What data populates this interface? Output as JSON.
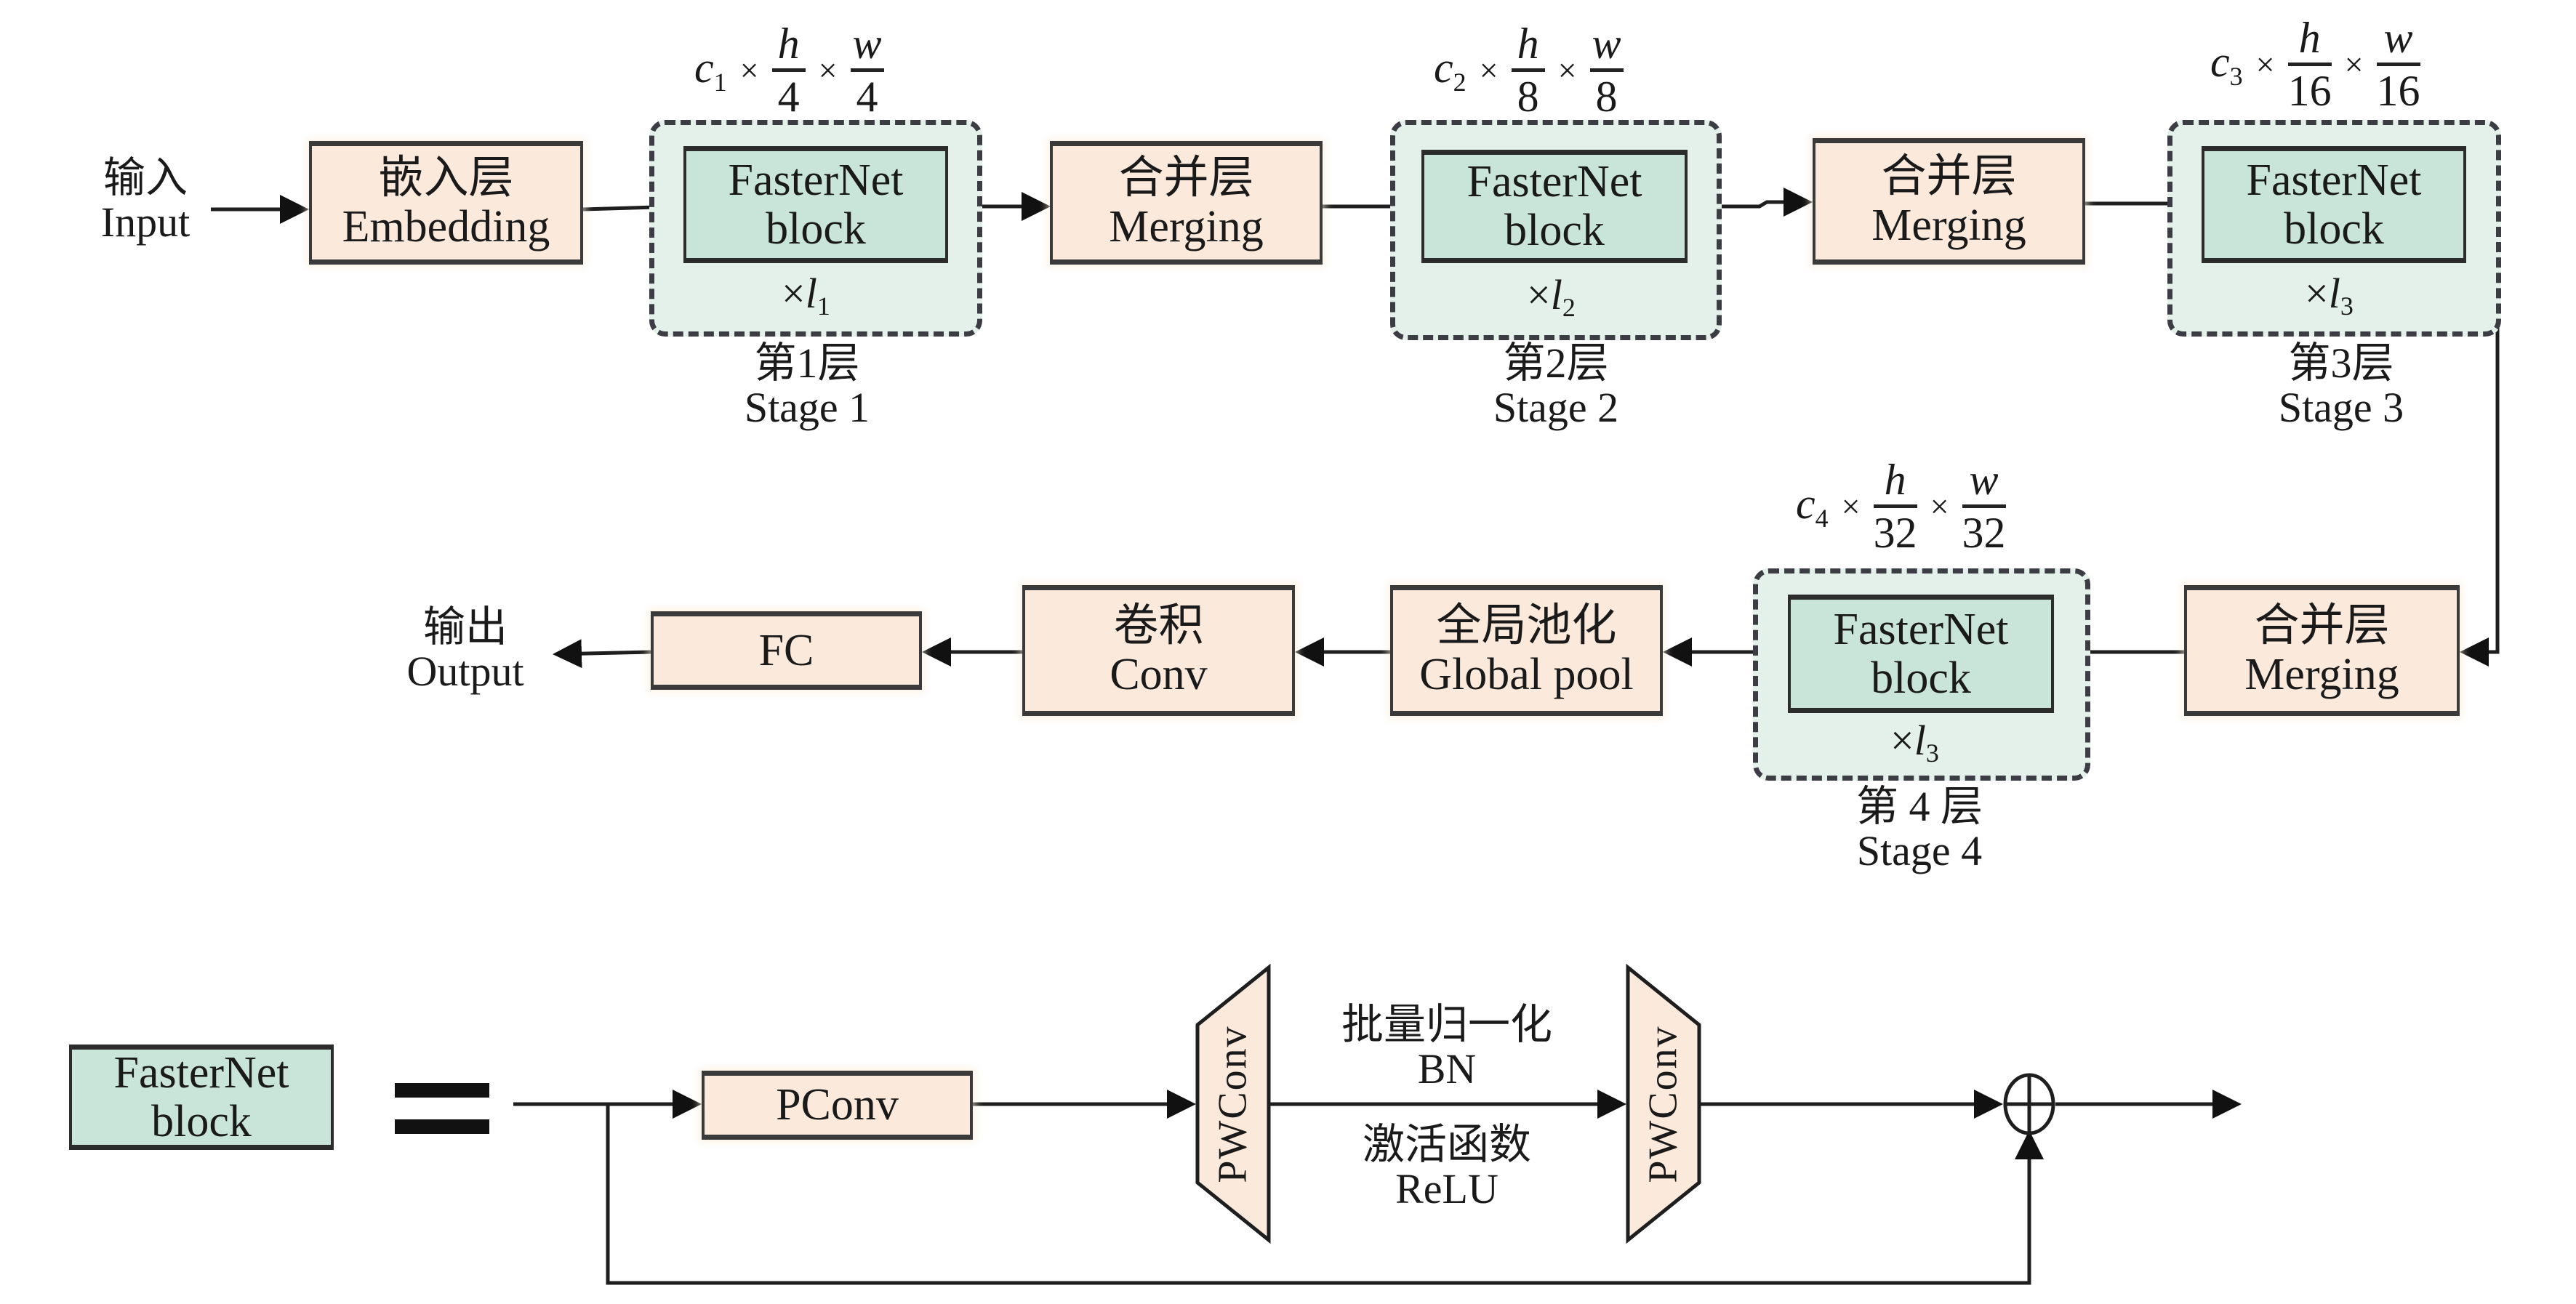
{
  "colors": {
    "layer_fill": "#fbe9dc",
    "block_fill": "#c9e4d8",
    "stage_fill": "#e4f1ea",
    "stroke": "#2c2c2c"
  },
  "top_row": {
    "input": {
      "zh": "输入",
      "en": "Input"
    },
    "embedding": {
      "zh": "嵌入层",
      "en": "Embedding"
    },
    "merging": {
      "zh": "合并层",
      "en": "Merging"
    },
    "stages": [
      {
        "block_l1": "FasterNet",
        "block_l2": "block",
        "repeat_var": "l",
        "repeat_sub": "1",
        "label_zh": "第1层",
        "label_en": "Stage 1",
        "formula": {
          "c": "c",
          "c_sub": "1",
          "h_num": "h",
          "h_den": "4",
          "w_num": "w",
          "w_den": "4"
        }
      },
      {
        "block_l1": "FasterNet",
        "block_l2": "block",
        "repeat_var": "l",
        "repeat_sub": "2",
        "label_zh": "第2层",
        "label_en": "Stage 2",
        "formula": {
          "c": "c",
          "c_sub": "2",
          "h_num": "h",
          "h_den": "8",
          "w_num": "w",
          "w_den": "8"
        }
      },
      {
        "block_l1": "FasterNet",
        "block_l2": "block",
        "repeat_var": "l",
        "repeat_sub": "3",
        "label_zh": "第3层",
        "label_en": "Stage 3",
        "formula": {
          "c": "c",
          "c_sub": "3",
          "h_num": "h",
          "h_den": "16",
          "w_num": "w",
          "w_den": "16"
        }
      },
      {
        "block_l1": "FasterNet",
        "block_l2": "block",
        "repeat_var": "l",
        "repeat_sub": "3",
        "label_zh": "第 4 层",
        "label_en": "Stage 4",
        "formula": {
          "c": "c",
          "c_sub": "4",
          "h_num": "h",
          "h_den": "32",
          "w_num": "w",
          "w_den": "32"
        }
      }
    ],
    "times": "×"
  },
  "bottom_row": {
    "global_pool": {
      "zh": "全局池化",
      "en": "Global pool"
    },
    "conv": {
      "zh": "卷积",
      "en": "Conv"
    },
    "fc": "FC",
    "output": {
      "zh": "输出",
      "en": "Output"
    }
  },
  "block_detail": {
    "block_l1": "FasterNet",
    "block_l2": "block",
    "pconv": "PConv",
    "pwconv": "PWConv",
    "bn_zh": "批量归一化",
    "bn_en": "BN",
    "act_zh": "激活函数",
    "act_en": "ReLU",
    "add_symbol": "⊕"
  }
}
